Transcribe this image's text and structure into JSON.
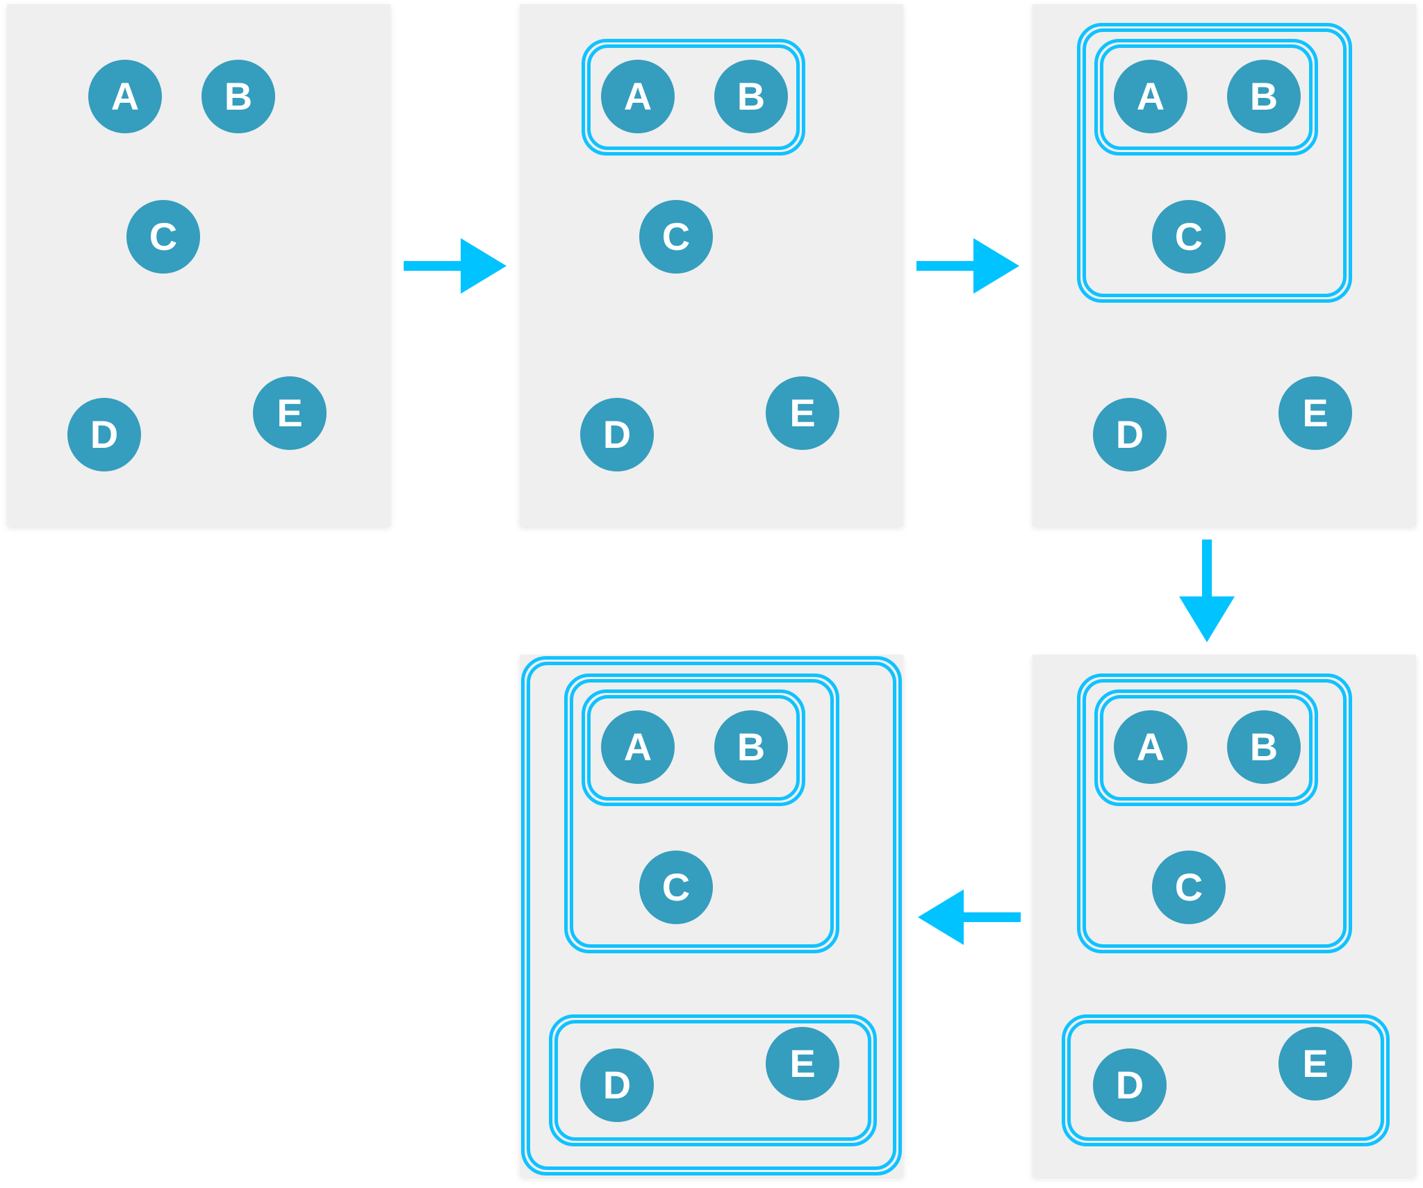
{
  "colors": {
    "panel": "#efefef",
    "node": "#359dbd",
    "group_border": "#10c2ff",
    "arrow": "#00c3ff"
  },
  "node_labels": {
    "a": "A",
    "b": "B",
    "c": "C",
    "d": "D",
    "e": "E"
  },
  "steps": [
    {
      "groups": []
    },
    {
      "groups": [
        [
          "A",
          "B"
        ]
      ]
    },
    {
      "groups": [
        [
          "A",
          "B"
        ],
        [
          "A",
          "B",
          "C"
        ]
      ]
    },
    {
      "groups": [
        [
          "A",
          "B"
        ],
        [
          "A",
          "B",
          "C"
        ],
        [
          "D",
          "E"
        ]
      ]
    },
    {
      "groups": [
        [
          "A",
          "B"
        ],
        [
          "A",
          "B",
          "C"
        ],
        [
          "D",
          "E"
        ],
        [
          "A",
          "B",
          "C",
          "D",
          "E"
        ]
      ]
    }
  ],
  "flow_arrows": [
    "right",
    "right",
    "down",
    "left"
  ]
}
